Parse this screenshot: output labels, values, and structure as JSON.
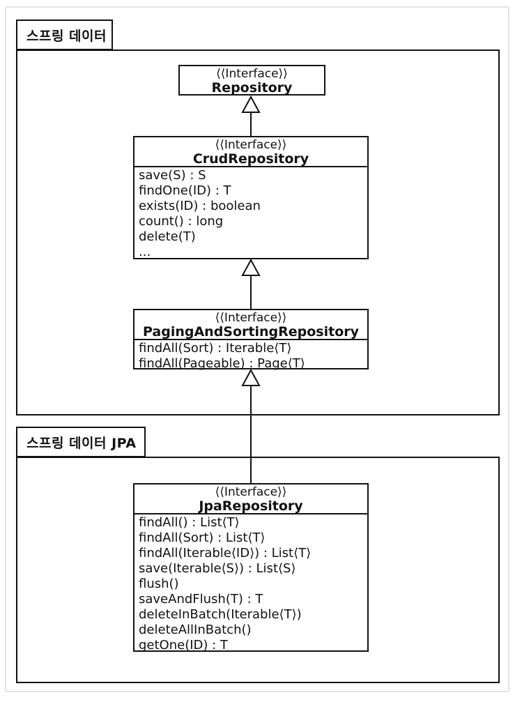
{
  "diagram": {
    "packages": [
      {
        "label": "스프링 데이터"
      },
      {
        "label": "스프링 데이터 JPA"
      }
    ],
    "classes": [
      {
        "stereotype": "⟨⟨Interface⟩⟩",
        "name": "Repository",
        "methods": []
      },
      {
        "stereotype": "⟨⟨Interface⟩⟩",
        "name": "CrudRepository",
        "methods": [
          "save(S) : S",
          "findOne(ID) : T",
          "exists(ID) : boolean",
          "count() : long",
          "delete(T)",
          "..."
        ]
      },
      {
        "stereotype": "⟨⟨Interface⟩⟩",
        "name": "PagingAndSortingRepository",
        "methods": [
          "findAll(Sort) : Iterable⟨T⟩",
          "findAll(Pageable) : Page⟨T⟩"
        ]
      },
      {
        "stereotype": "⟨⟨Interface⟩⟩",
        "name": "JpaRepository",
        "methods": [
          "findAll() : List⟨T⟩",
          "findAll(Sort) : List⟨T⟩",
          "findAll(Iterable⟨ID⟩) : List⟨T⟩",
          "save(Iterable⟨S⟩) : List⟨S⟩",
          "flush()",
          "saveAndFlush(T) : T",
          "deleteInBatch(Iterable⟨T⟩)",
          "deleteAllInBatch()",
          "getOne(ID) : T"
        ]
      }
    ],
    "relations": [
      {
        "from": "CrudRepository",
        "to": "Repository",
        "type": "generalization"
      },
      {
        "from": "PagingAndSortingRepository",
        "to": "CrudRepository",
        "type": "generalization"
      },
      {
        "from": "JpaRepository",
        "to": "PagingAndSortingRepository",
        "type": "generalization"
      }
    ],
    "colors": {
      "line": "#111111",
      "frame_border": "#e3e3e3",
      "background": "#ffffff",
      "box_fill": "#ffffff"
    }
  }
}
